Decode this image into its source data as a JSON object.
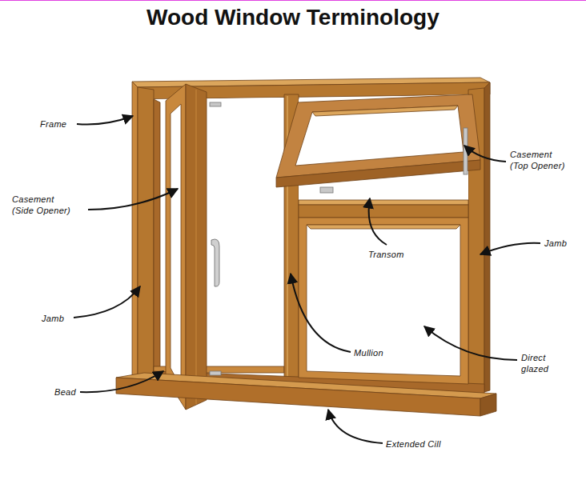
{
  "diagram": {
    "title": "Wood Window Terminology",
    "labels": [
      "Frame",
      "Casement (Side Opener)",
      "Jamb",
      "Bead",
      "Casement (Top Opener)",
      "Transom",
      "Jamb",
      "Mullion",
      "Direct glazed",
      "Extended Cill"
    ]
  }
}
